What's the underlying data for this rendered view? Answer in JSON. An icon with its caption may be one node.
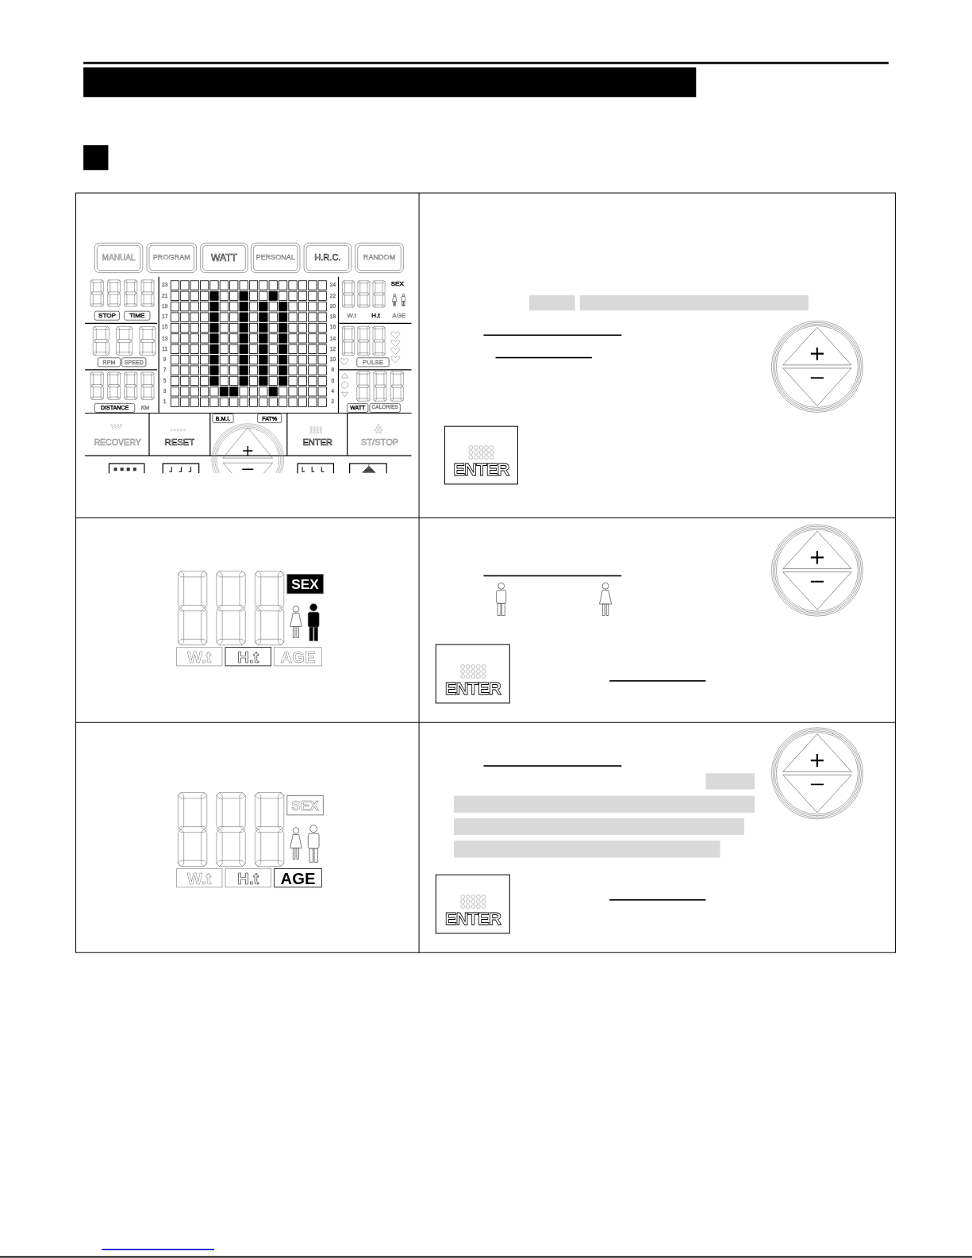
{
  "diagram": {
    "nodes": [
      {
        "text": [],
        "shape": "bar"
      },
      {
        "text": [],
        "shape": "box"
      }
    ],
    "labels": [
      "MANUAL",
      "PROGRAM",
      "WATT",
      "PERSONAL",
      "H.R.C.",
      "RANDOM",
      "STOP",
      "TIME",
      "SEX",
      "W.t",
      "H.t",
      "AGE",
      "RPM",
      "SPEED",
      "PULSE",
      "DISTANCE",
      "KM",
      "WATT",
      "CALORIES",
      "B.M.I.",
      "FAT%",
      "RECOVERY",
      "RESET",
      "ENTER",
      "ST/STOP",
      "23",
      "21",
      "19",
      "17",
      "15",
      "13",
      "11",
      "9",
      "7",
      "5",
      "3",
      "1",
      "24",
      "22",
      "20",
      "18",
      "16",
      "14",
      "12",
      "10",
      "8",
      "6",
      "4",
      "2",
      "ENTER",
      "SEX",
      "W.t",
      "H.t",
      "AGE",
      "ENTER",
      "SEX",
      "W.t",
      "H.t",
      "AGE",
      "ENTER"
    ]
  }
}
